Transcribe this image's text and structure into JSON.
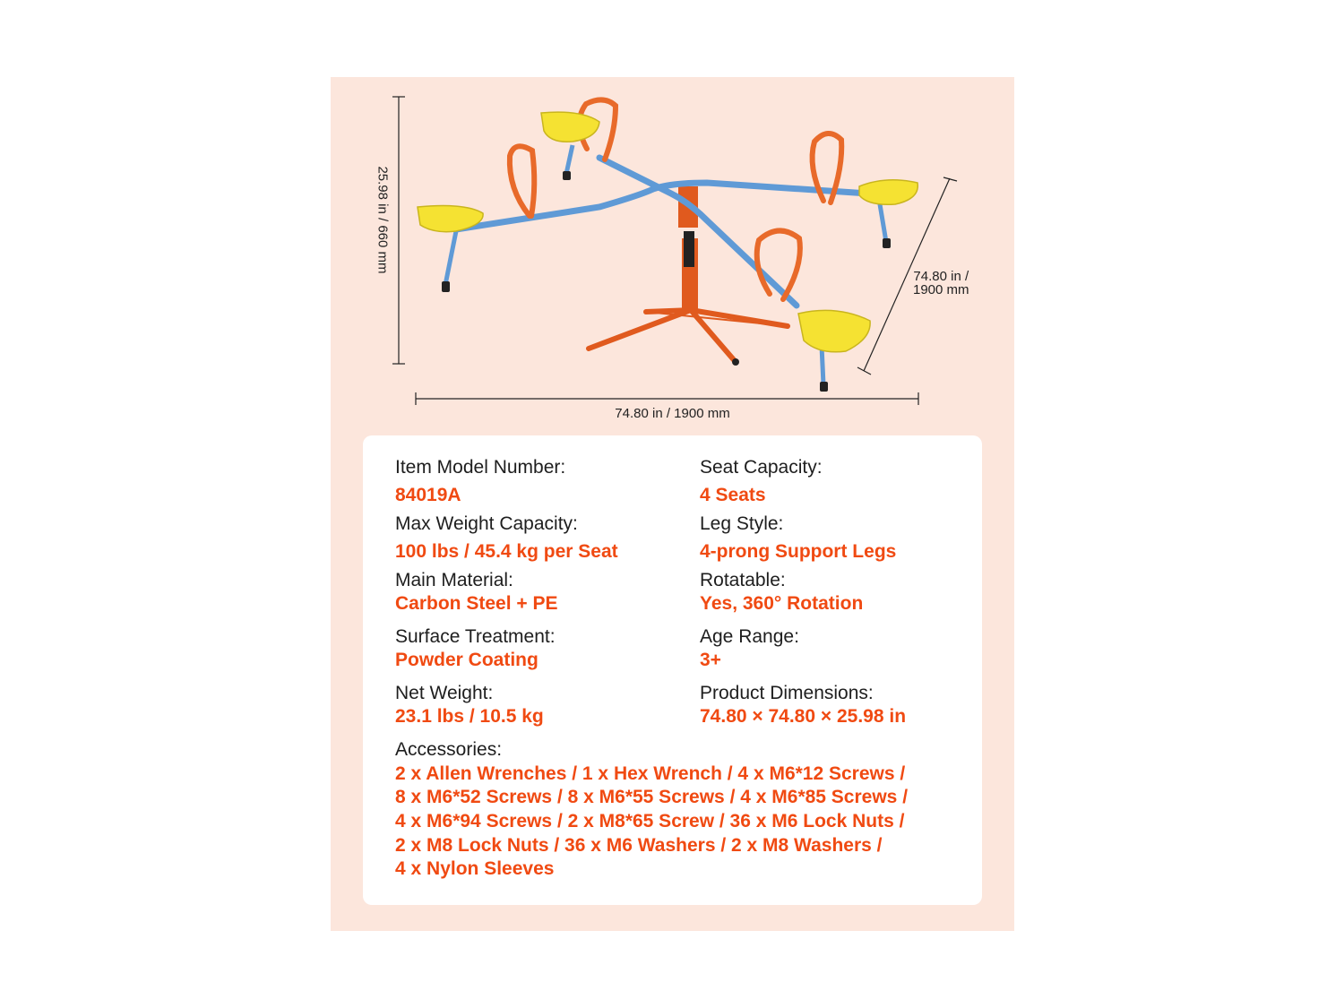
{
  "dimensions": {
    "height": "25.98 in / 660 mm",
    "depth": "74.80 in /\n1900 mm",
    "depth_line1": "74.80 in /",
    "depth_line2": "1900 mm",
    "width": "74.80 in / 1900 mm"
  },
  "colors": {
    "panel_background": "#fce6dc",
    "accent_orange": "#f04a12",
    "frame_blue": "#5f9ad6",
    "seat_yellow": "#f5e232",
    "handle_orange": "#e86a2a"
  },
  "specs": {
    "model_label": "Item Model Number:",
    "model_value": "84019A",
    "seat_capacity_label": "Seat Capacity:",
    "seat_capacity_value": "4 Seats",
    "max_weight_label": "Max Weight Capacity:",
    "max_weight_value": "100 lbs / 45.4 kg per Seat",
    "leg_style_label": "Leg Style:",
    "leg_style_value": "4-prong Support Legs",
    "material_label": "Main Material:",
    "material_value": "Carbon Steel + PE",
    "rotatable_label": "Rotatable:",
    "rotatable_value": "Yes, 360° Rotation",
    "surface_label": "Surface Treatment:",
    "surface_value": "Powder Coating",
    "age_label": "Age Range:",
    "age_value": "3+",
    "net_weight_label": "Net Weight:",
    "net_weight_value": "23.1 lbs / 10.5 kg",
    "dimensions_label": "Product Dimensions:",
    "dimensions_value": "74.80 × 74.80 × 25.98 in",
    "accessories_label": "Accessories:",
    "accessories_lines": [
      "2 x Allen Wrenches / 1 x Hex Wrench / 4 x M6*12 Screws /",
      "8 x M6*52 Screws / 8 x M6*55 Screws / 4 x M6*85 Screws /",
      "4 x M6*94 Screws / 2 x M8*65 Screw / 36 x M6 Lock Nuts /",
      "2 x M8 Lock Nuts / 36 x M6 Washers / 2 x M8 Washers /",
      "4 x Nylon Sleeves"
    ]
  }
}
